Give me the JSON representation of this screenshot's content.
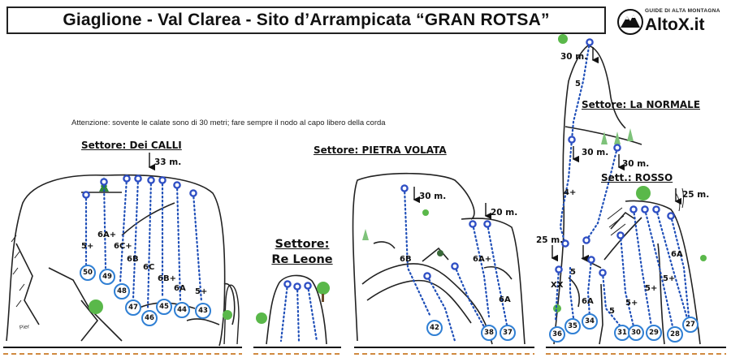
{
  "title": "Giaglione - Val Clarea -  Sito d’Arrampicata  “GRAN ROTSA”",
  "logo": {
    "tagline": "GUIDE DI ALTA MONTAGNA",
    "brand": "AltoX.it",
    "icon": "mountain-logo-icon"
  },
  "note": "Attenzione:  sovente le calate sono di 30 metri; fare sempre il nodo al capo libero della corda",
  "author": "Pier",
  "sectors": {
    "calli": "Settore: Dei CALLI",
    "re_leone_line1": "Settore:",
    "re_leone_line2": "Re Leone",
    "pietra_volata": "Settore: PIETRA VOLATA",
    "normale": "Settore: La NORMALE",
    "rosso": "Sett.: ROSSO"
  },
  "rappels": {
    "calli": "33 m.",
    "pietra_left": "30 m.",
    "pietra_right": "20 m.",
    "normale_top": "30 m.",
    "normale_mid_left": "30 m.",
    "normale_mid_right": "30 m.",
    "rosso": "25 m.",
    "normale_low": "25 m."
  },
  "grades": {
    "calli_5plus_left": "5+",
    "calli_6a_plus": "6A+",
    "calli_6c_plus": "6C+",
    "calli_6b": "6B",
    "calli_6c": "6C",
    "calli_6b_plus": "6B+",
    "calli_6a": "6A",
    "calli_5plus_right": "5+",
    "pietra_6b": "6B",
    "pietra_6a_plus": "6A+",
    "pietra_6a": "6A",
    "normale_5": "5",
    "normale_4plus": "4+",
    "normale_5_low": "5",
    "normale_xx": "XX",
    "normale_6a": "6A",
    "rosso_5": "5",
    "rosso_5plus_a": "5+",
    "rosso_5plus_b": "5+",
    "rosso_5plus_c": "5+",
    "rosso_6a": "6A"
  },
  "routes": [
    "50",
    "49",
    "48",
    "47",
    "46",
    "45",
    "44",
    "43",
    "42",
    "38",
    "37",
    "36",
    "35",
    "34",
    "31",
    "30",
    "29",
    "28",
    "27"
  ],
  "colors": {
    "route_line": "#1f4fb8",
    "bolt_ring": "#2f4fc4",
    "number_ring": "#2f7fd4",
    "ground": "#d08a40",
    "rock": "#222222",
    "tree": "#3aa43a"
  }
}
